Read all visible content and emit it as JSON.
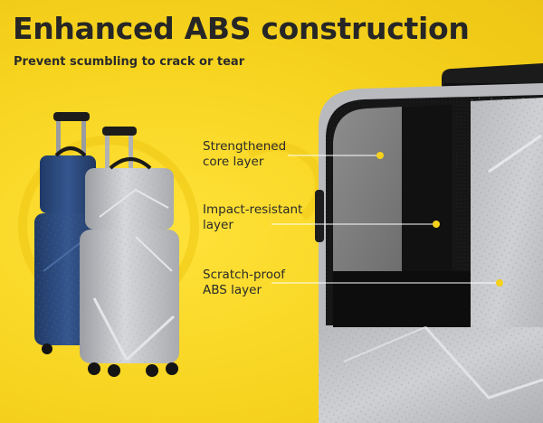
{
  "headline": "Enhanced ABS construction",
  "subheadline": "Prevent scumbling to crack or tear",
  "callouts": [
    {
      "line1": "Strengthened",
      "line2": "core layer"
    },
    {
      "line1": "Impact-resistant",
      "line2": "layer"
    },
    {
      "line1": "Scratch-proof",
      "line2": "ABS layer"
    }
  ],
  "colors": {
    "background": "#f6d31e",
    "text": "#262626",
    "marker": "#f5d21b",
    "shell_silver": "#c4c5c8",
    "shell_navy": "#2c4a7e"
  }
}
